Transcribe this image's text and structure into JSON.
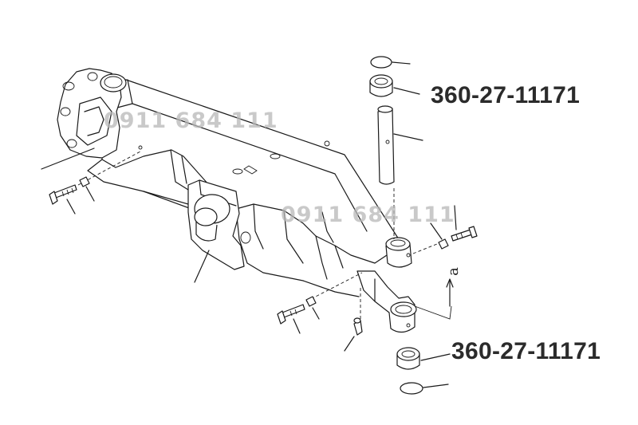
{
  "callouts": {
    "upper_bearing_part_number": "360-27-11171",
    "lower_bearing_part_number": "360-27-11171"
  },
  "watermarks": {
    "upper": "0911 684 111",
    "center": "0911 684 111"
  },
  "view_marker": {
    "label": "a"
  }
}
